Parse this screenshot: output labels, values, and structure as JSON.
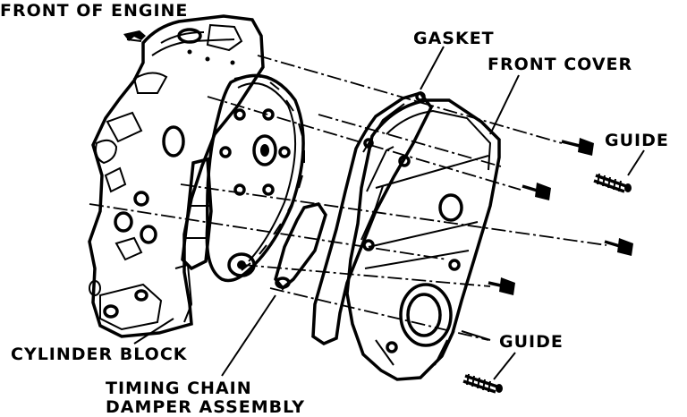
{
  "diagram": {
    "labels": {
      "front_of_engine": "FRONT OF ENGINE",
      "gasket": "GASKET",
      "front_cover": "FRONT COVER",
      "guide_top": "GUIDE",
      "guide_bottom": "GUIDE",
      "cylinder_block": "CYLINDER BLOCK",
      "timing_chain_line1": "TIMING CHAIN",
      "timing_chain_line2": "DAMPER ASSEMBLY"
    }
  }
}
